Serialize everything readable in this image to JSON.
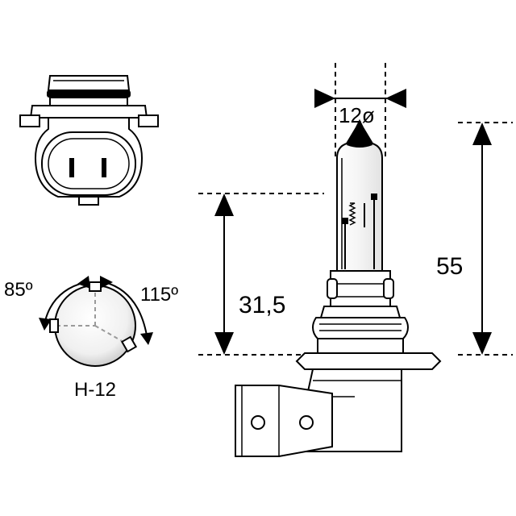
{
  "dimensions": {
    "diameter": "12ø",
    "height_total": "55",
    "height_light_center": "31,5"
  },
  "angles": {
    "left": "85º",
    "right": "115º"
  },
  "base_type": "H-12",
  "colors": {
    "stroke": "#000000",
    "glass_shade": "#e6e6e6",
    "reference_dash": "#9a9a9a"
  }
}
